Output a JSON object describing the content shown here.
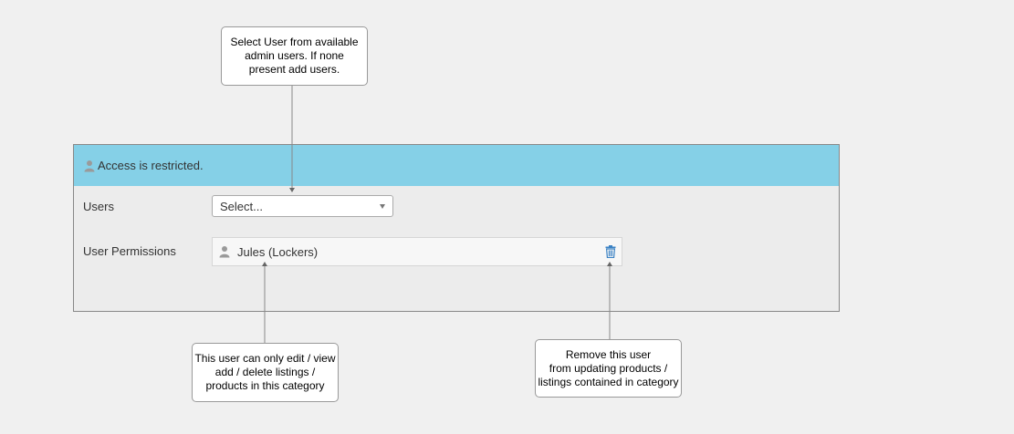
{
  "callouts": {
    "top": "Select User from available\nadmin users. If none\npresent add users.",
    "left": "This user can only edit / view\nadd / delete listings /\nproducts in this category",
    "right": "Remove this user\nfrom updating products /\nlistings contained in category"
  },
  "panel": {
    "header_text": "Access is restricted.",
    "header_icon": "user-icon",
    "header_color": "#85d0e7",
    "users_label": "Users",
    "users_select_value": "Select...",
    "permissions_label": "User Permissions",
    "permission_users": [
      {
        "name": "Jules (Lockers)",
        "icon": "user-icon",
        "action_icon": "trash-icon",
        "action_color": "#3b82c4"
      }
    ]
  }
}
